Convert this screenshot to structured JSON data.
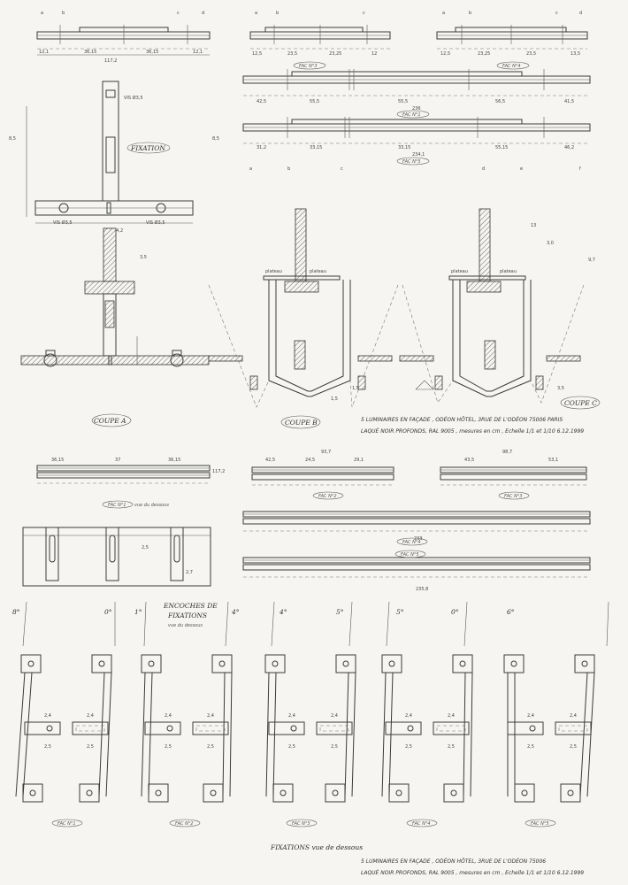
{
  "labels": {
    "fixation": "FIXATION",
    "coupe_a": "COUPE A",
    "coupe_b": "COUPE B",
    "coupe_c": "COUPE C",
    "encoches": "ENCOCHES DE",
    "encoches2": "FIXATIONS",
    "encoches_sub": "vue du dessous",
    "fixations_bottom": "FIXATIONS vue de dessous",
    "fac1": "FAC N°1",
    "fac2": "FAC N°2",
    "fac3": "FAC N°3",
    "fac4": "FAC N°4",
    "fac5": "FAC N°5",
    "vue_dessous": "vue du dessous",
    "vis_top": "VIS Ø3,5",
    "vis_left": "VIS Ø3,5",
    "vis_right": "VIS Ø3,5",
    "plateau": "plateau"
  },
  "note_middle": {
    "line1": "5 LUMINAIRES EN FAÇADE , ODÉON HÔTEL, 3RUE DE L'ODÉON 75006 PARIS",
    "line2": "LAQUÉ NOIR PROFONDS, RAL 9005 , mesures en cm , Echelle 1/1 et 1/10 6.12.1999"
  },
  "note_bottom": {
    "line1": "5 LUMINAIRES EN FAÇADE , ODÉON HÔTEL, 3RUE DE L'ODÉON 75006",
    "line2": "LAQUÉ NOIR PROFONDS, RAL 9005 , mesures en cm , Echelle 1/1 et 1/10 6.12.1999"
  },
  "angles": [
    "8°",
    "0°",
    "1°",
    "4°",
    "4°",
    "5°",
    "5°",
    "0°",
    "6°"
  ],
  "dims": {
    "top_a": [
      "12,1",
      "36,15",
      "36,15",
      "12,1"
    ],
    "top_a_total": "117,2",
    "top_b": [
      "12,5",
      "23,5",
      "23,25",
      "12"
    ],
    "top_c": [
      "12,5",
      "23,25",
      "23,5",
      "13,5"
    ],
    "bar1": [
      "42,5",
      "55,5",
      "55,5",
      "56,5",
      "41,5"
    ],
    "bar1_total": "236",
    "bar2": [
      "31,2",
      "33,15",
      "33,15",
      "55,15",
      "46,2"
    ],
    "bar2_total": "234,1",
    "mid_a": [
      "36,15",
      "37",
      "36,15"
    ],
    "mid_a_total": "117,2",
    "mid_b": [
      "42,5",
      "24,5",
      "29,1"
    ],
    "mid_b_total": "93,7",
    "mid_c": [
      "43,5",
      "53,1"
    ],
    "mid_c_total": "98,7",
    "mid_bar1_total": "233",
    "mid_bar2_total": "235,8",
    "fix_w": "14,2",
    "fix_h": "8,5",
    "coupe_h": "3,5",
    "coupe_b1": "1,5",
    "coupe_b2": "1,5",
    "coupe_c1": "13",
    "coupe_c2": "3,0",
    "coupe_c3": "9,7",
    "coupe_c4": "3,5",
    "fac_a": "2,4",
    "fac_b": "2,5",
    "enc_a": "2,7",
    "enc_b": "2,5"
  }
}
